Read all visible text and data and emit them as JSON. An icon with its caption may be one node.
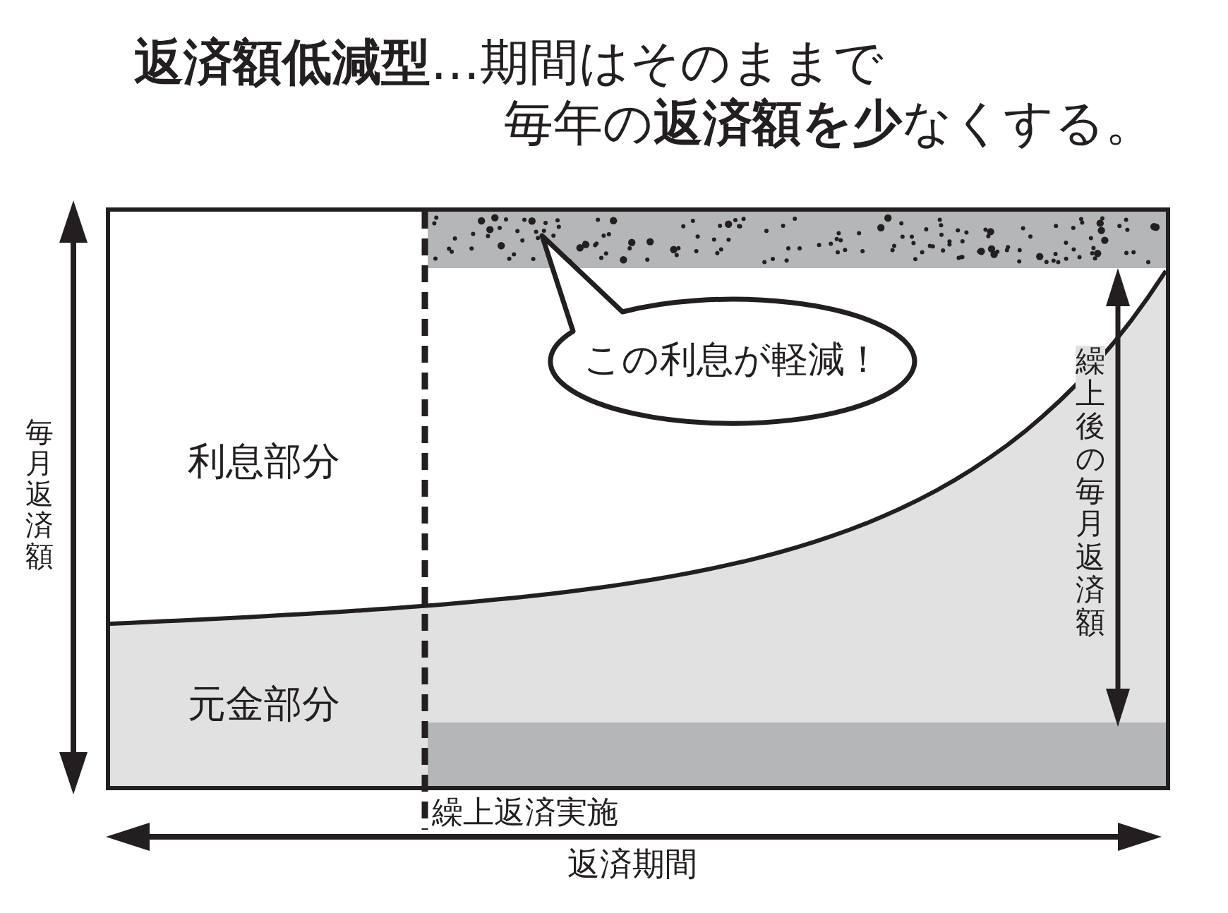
{
  "diagram": {
    "title": "**返済額低減型**…期間はそのままで毎年の**返済額を少**なくする。",
    "nodes": [
      {
        "text": [
          "この利息が軽減！"
        ]
      }
    ],
    "labels": [
      "毎月返済額",
      "利息部分",
      "繰上後の毎月返済額",
      "元金部分",
      "繰上返済実施",
      "返済期間"
    ]
  }
}
